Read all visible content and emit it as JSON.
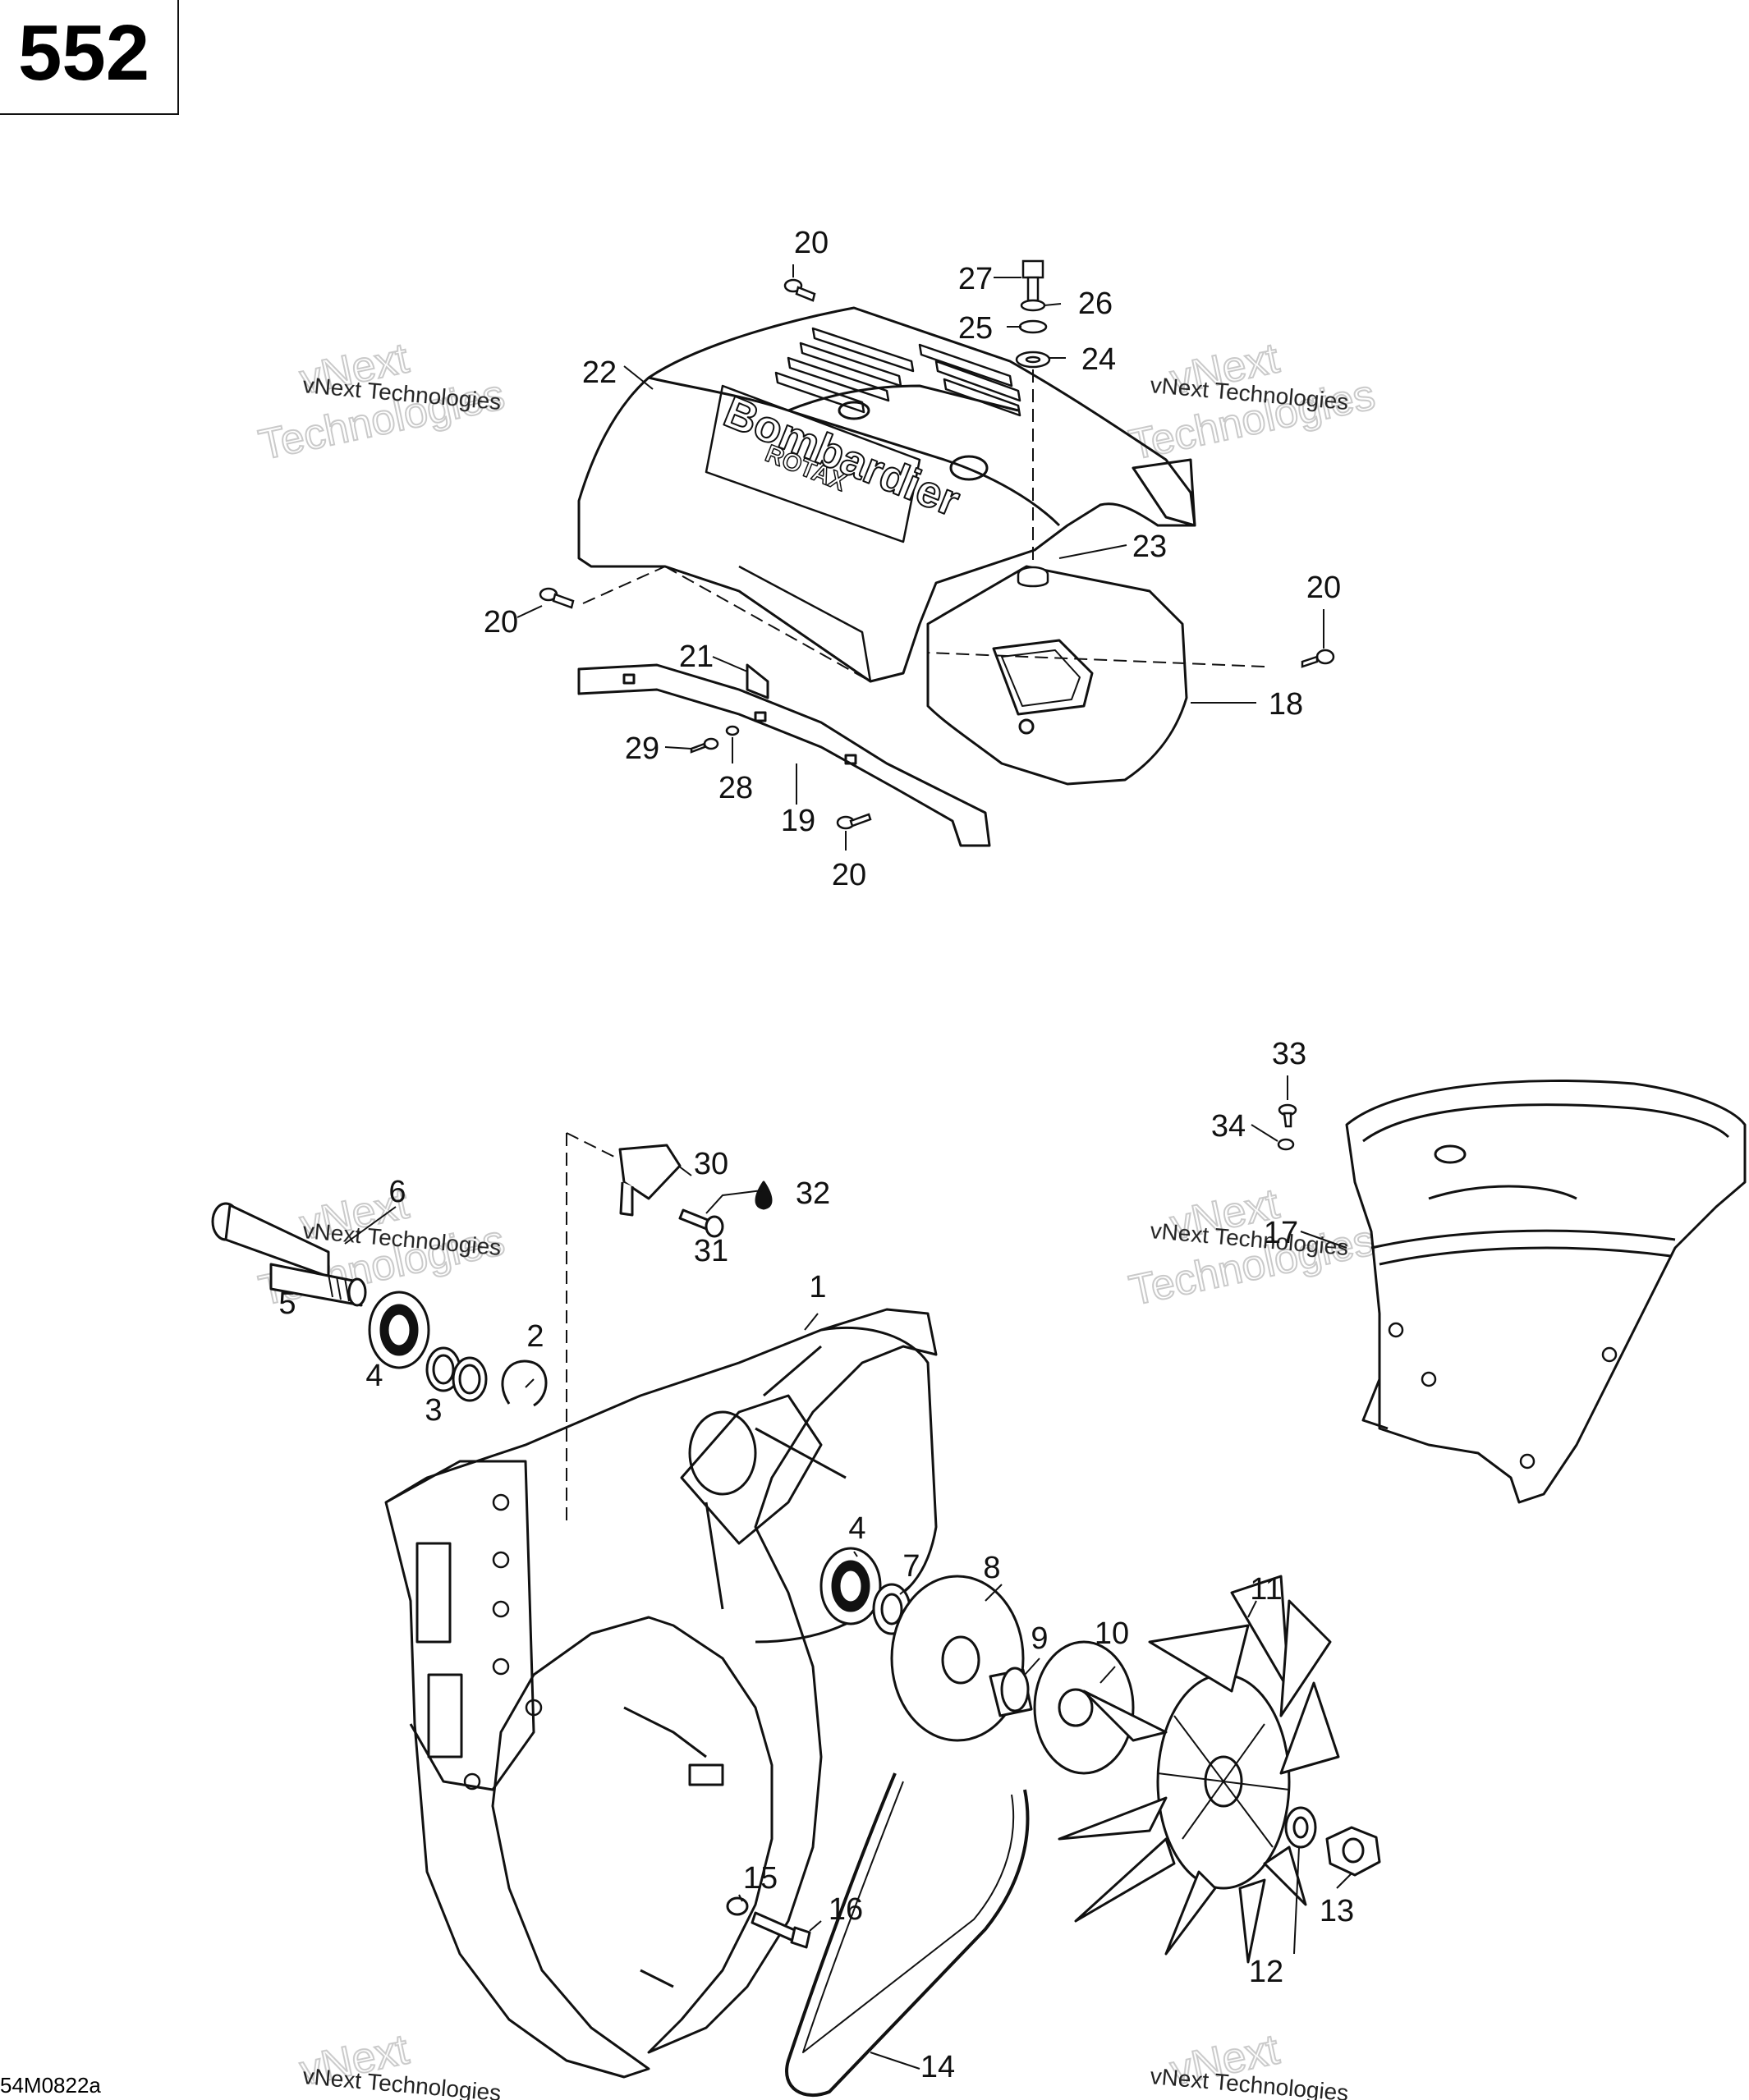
{
  "page_number": "552",
  "drawing_code": "54M0822a",
  "cover_logo": {
    "brand": "Bombardier",
    "sub": "ROTAX"
  },
  "watermark": {
    "line1": "vNext Technologies",
    "line2": "vNext",
    "line3": "Technologies"
  },
  "callouts": {
    "top_assembly": [
      "20",
      "27",
      "26",
      "25",
      "24",
      "22",
      "23",
      "20",
      "20",
      "21",
      "18",
      "29",
      "28",
      "19",
      "20"
    ],
    "fan_assembly": [
      "6",
      "5",
      "4",
      "3",
      "2",
      "30",
      "32",
      "31",
      "1",
      "4",
      "7",
      "8",
      "9",
      "10",
      "11",
      "12",
      "13",
      "14",
      "15",
      "16"
    ],
    "shroud_assembly": [
      "33",
      "34",
      "17"
    ]
  }
}
